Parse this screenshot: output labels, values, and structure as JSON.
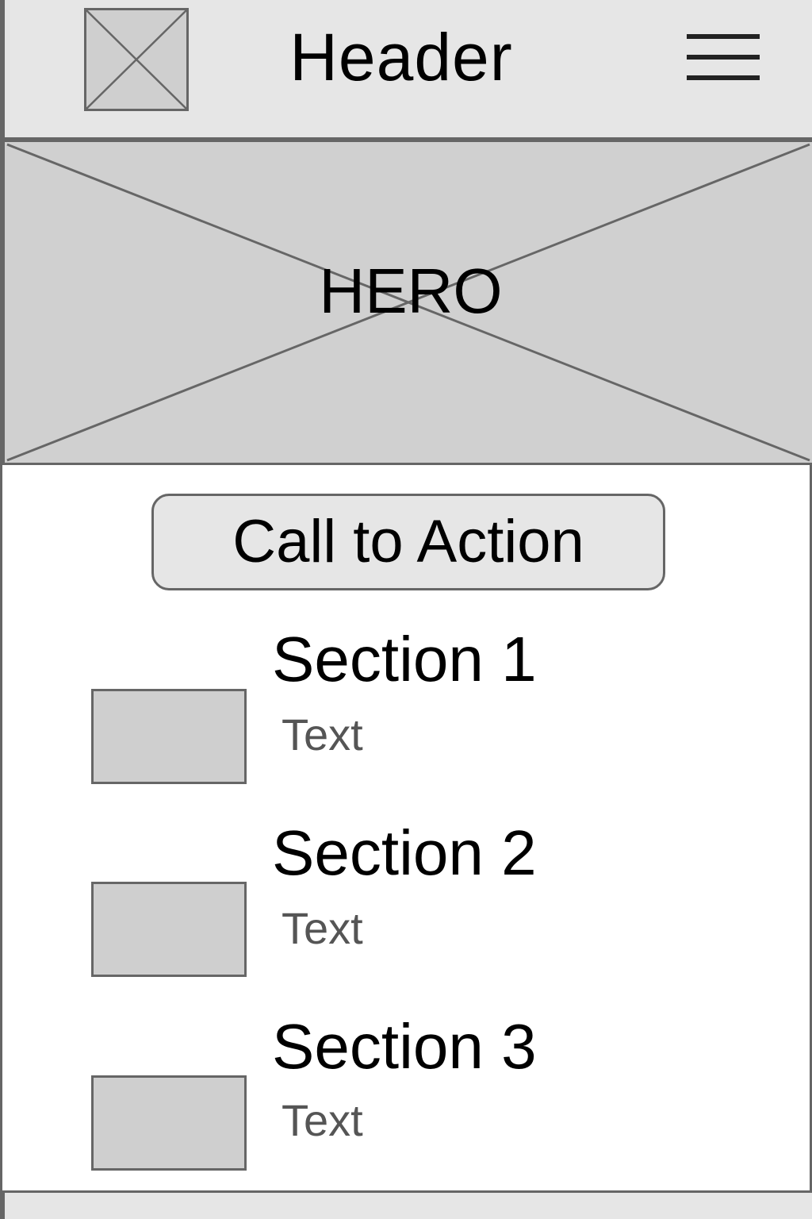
{
  "header": {
    "title": "Header",
    "logo_icon": "image-placeholder-icon",
    "menu_icon": "hamburger-menu-icon"
  },
  "hero": {
    "label": "HERO"
  },
  "cta": {
    "label": "Call to Action"
  },
  "sections": [
    {
      "title": "Section 1",
      "text": "Text"
    },
    {
      "title": "Section 2",
      "text": "Text"
    },
    {
      "title": "Section 3",
      "text": "Text"
    }
  ],
  "colors": {
    "header_bg": "#e6e6e6",
    "placeholder_fill": "#d0d0d0",
    "border": "#666666",
    "muted_text": "#555555"
  }
}
